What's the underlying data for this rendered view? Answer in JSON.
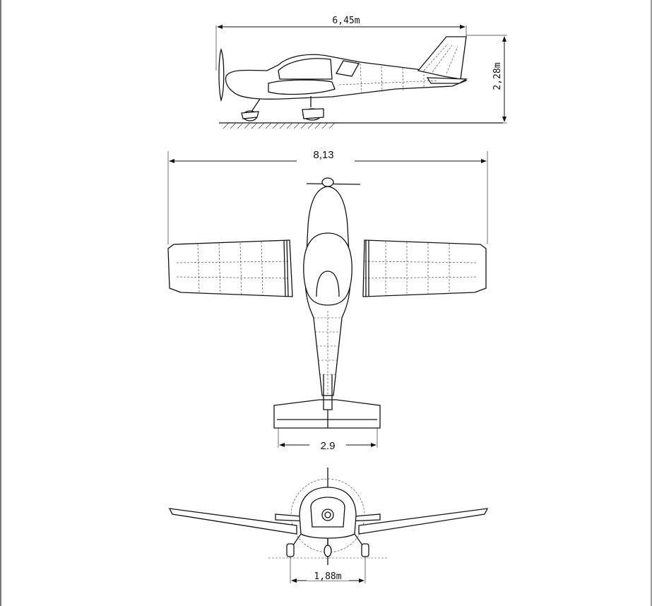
{
  "dimensions": {
    "length": "6,45m",
    "height": "2,28m",
    "wingspan": "8,13",
    "tail_span": "2.9",
    "wheel_track": "1,88m"
  },
  "colors": {
    "line": "#111111",
    "background": "#ffffff"
  }
}
